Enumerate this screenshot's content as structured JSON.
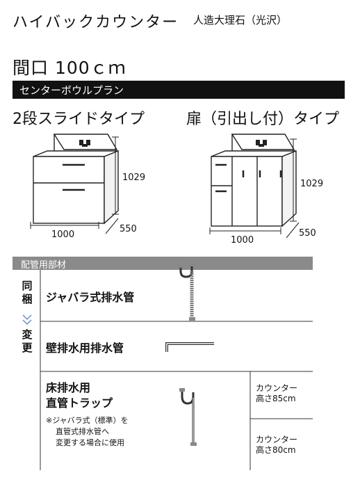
{
  "header": {
    "title": "ハイバックカウンター",
    "subtitle": "人造大理石（光沢）",
    "width_title": "間口 100ｃｍ",
    "plan_label": "センターボウルプラン"
  },
  "types": {
    "left": {
      "label": "2段スライドタイプ",
      "width_dim": "1000",
      "depth_dim": "550",
      "height_dim": "1029"
    },
    "right": {
      "label": "扉（引出し付）タイプ",
      "width_dim": "1000",
      "depth_dim": "550",
      "height_dim": "1029"
    }
  },
  "piping": {
    "header": "配管用部材",
    "bundled_label": "同梱",
    "change_label": "変更",
    "rows": [
      {
        "label": "ジャバラ式排水管"
      },
      {
        "label": "壁排水用排水管"
      },
      {
        "label_line1": "床排水用",
        "label_line2": "直管トラップ",
        "note": [
          "※ジャバラ式（標準）を",
          "直管式排水管へ",
          "変更する場合に使用"
        ],
        "heights": [
          {
            "line1": "カウンター",
            "line2": "高さ85cm"
          },
          {
            "line1": "カウンター",
            "line2": "高さ80cm"
          }
        ]
      }
    ]
  }
}
